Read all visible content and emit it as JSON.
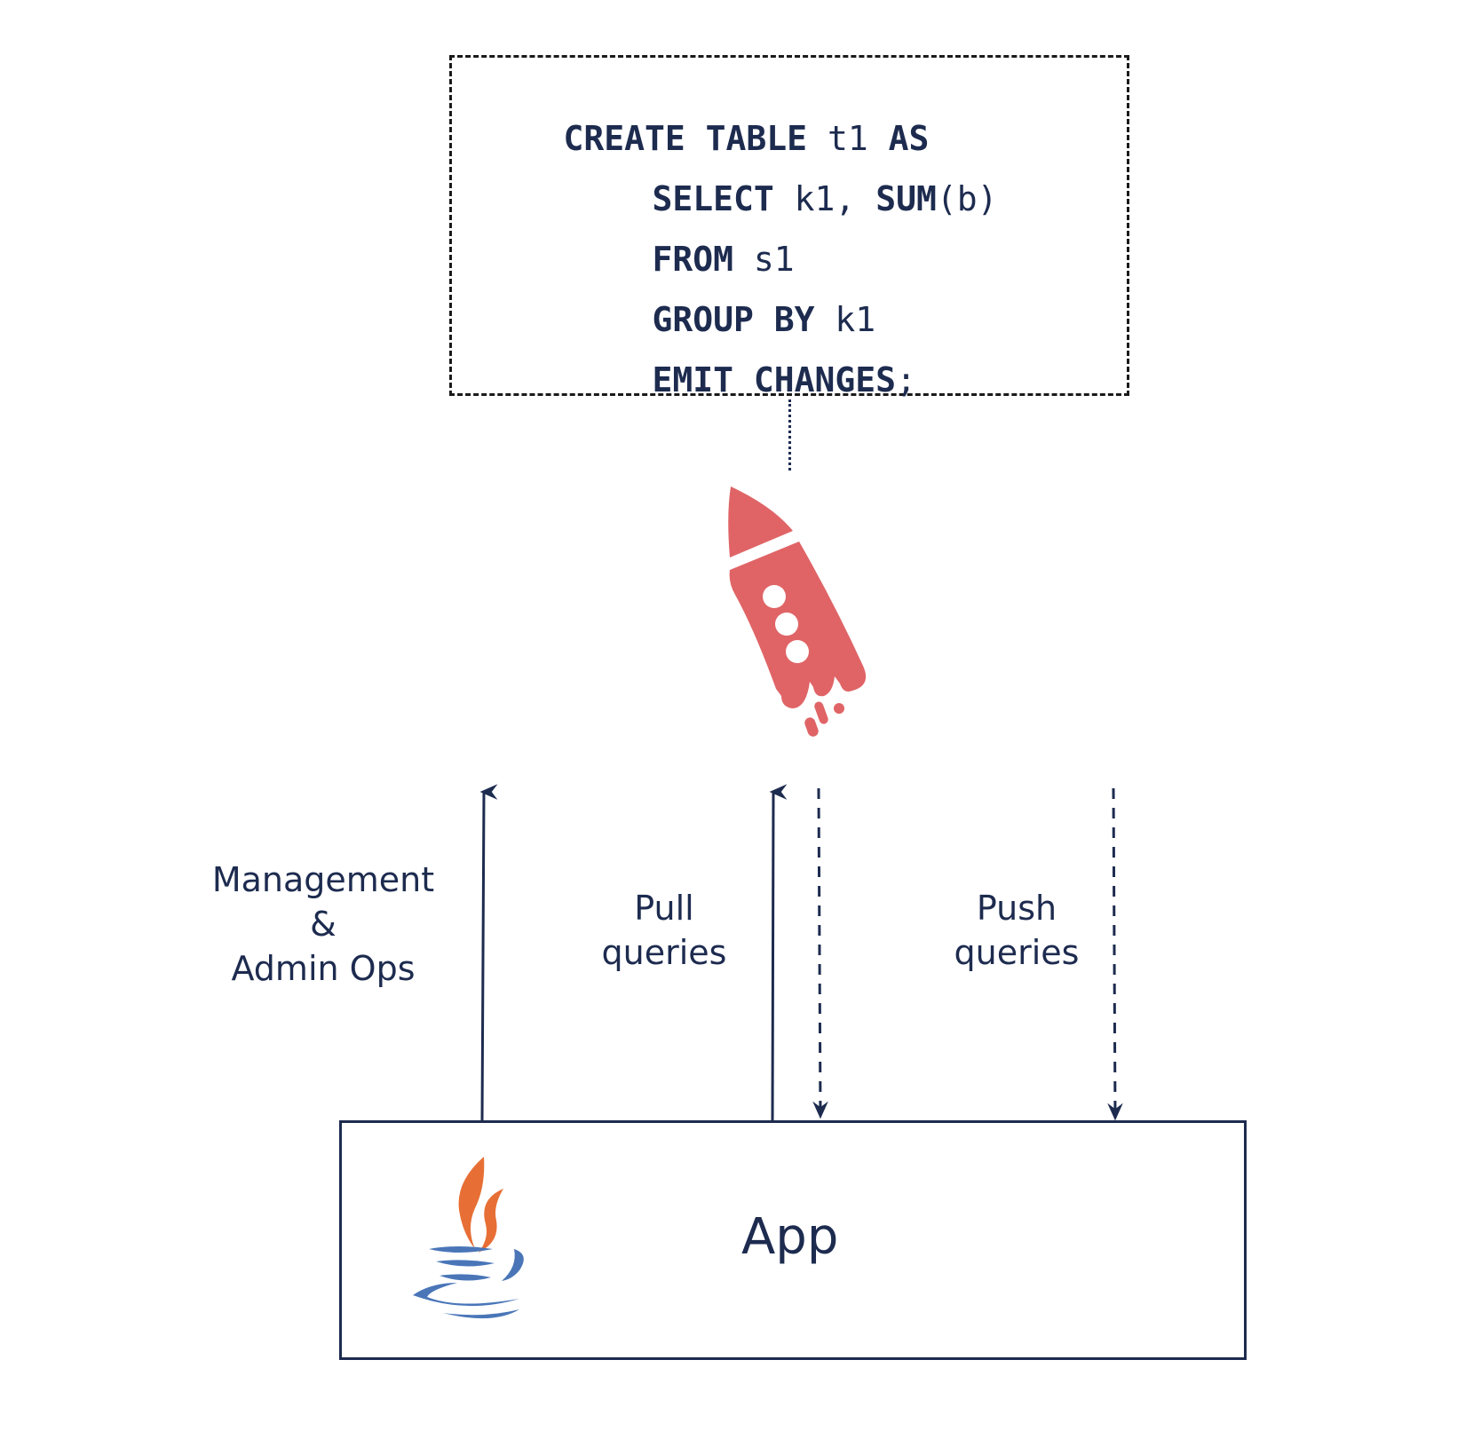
{
  "sql": {
    "lines": [
      {
        "parts": [
          {
            "text": "CREATE TABLE",
            "kw": true
          },
          {
            "text": " t1 ",
            "kw": false
          },
          {
            "text": "AS",
            "kw": true
          }
        ]
      },
      {
        "parts": [
          {
            "text": "SELECT",
            "kw": true
          },
          {
            "text": " k1, ",
            "kw": false
          },
          {
            "text": "SUM",
            "kw": true
          },
          {
            "text": "(b)",
            "kw": false
          }
        ]
      },
      {
        "parts": [
          {
            "text": "FROM",
            "kw": true
          },
          {
            "text": " s1",
            "kw": false
          }
        ]
      },
      {
        "parts": [
          {
            "text": "GROUP BY",
            "kw": true
          },
          {
            "text": " k1",
            "kw": false
          }
        ]
      },
      {
        "parts": [
          {
            "text": "EMIT CHANGES",
            "kw": true
          },
          {
            "text": ";",
            "kw": false
          }
        ]
      }
    ]
  },
  "labels": {
    "management": [
      "Management",
      "&",
      "Admin Ops"
    ],
    "pull": [
      "Pull",
      "queries"
    ],
    "push": [
      "Push",
      "queries"
    ]
  },
  "app": {
    "label": "App"
  },
  "icons": {
    "engine": "rocket-icon",
    "app": "java-coffee-cup-icon"
  },
  "colors": {
    "ink": "#1d2b4f",
    "rocket": "#e06466",
    "java_flame": "#e76f35",
    "java_cup": "#4a76b8"
  }
}
